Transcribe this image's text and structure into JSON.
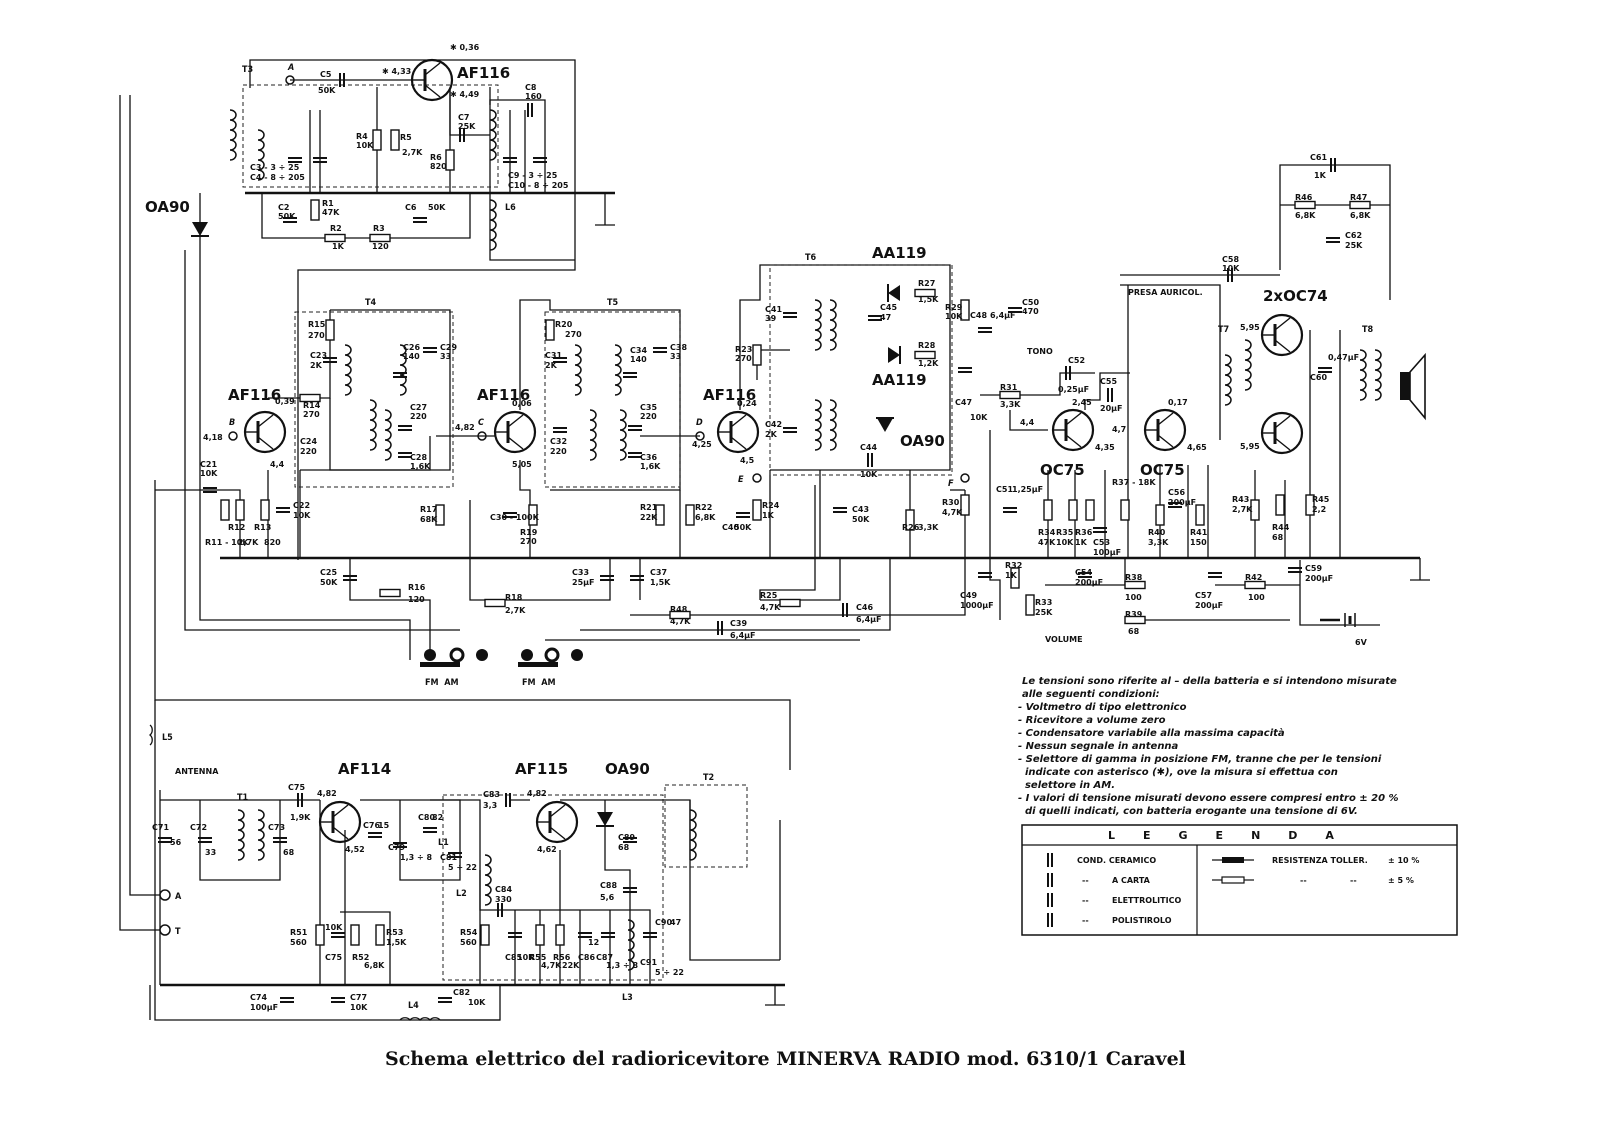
{
  "caption": "Schema elettrico del radioricevitore MINERVA RADIO mod. 6310/1 Caravel",
  "transistors": {
    "t_af116_1": "AF116",
    "t_af116_2": "AF116",
    "t_af116_3": "AF116",
    "t_af116_4": "AF116",
    "t_af114": "AF114",
    "t_af115": "AF115",
    "t_oc75_1": "OC75",
    "t_oc75_2": "OC75",
    "t_2xoc74": "2xOC74"
  },
  "diodes": {
    "d_oa90_1": "OA90",
    "d_oa90_2": "OA90",
    "d_oa90_3": "OA90",
    "d_aa119_1": "AA119",
    "d_aa119_2": "AA119"
  },
  "blocks": {
    "T3": "T3",
    "T4": "T4",
    "T5": "T5",
    "T6": "T6",
    "T7": "T7",
    "T8": "T8",
    "T1": "T1",
    "T2": "T2",
    "L1": "L1",
    "L2": "L2",
    "L3": "L3",
    "L4": "L4",
    "L5": "L5",
    "L6": "L6"
  },
  "points": {
    "A": "A",
    "B": "B",
    "C": "C",
    "D": "D",
    "E": "E",
    "F": "F",
    "A2": "A",
    "T": "T"
  },
  "labels": {
    "antenna": "ANTENNA",
    "presa": "PRESA AURICOL.",
    "tono": "TONO",
    "volume": "VOLUME",
    "battery": "6V",
    "fmam1": "FM  AM",
    "fmam2": "FM  AM"
  },
  "components": {
    "c5": "C5",
    "c5v": "50K",
    "c7": "C7",
    "c7v": "25K",
    "c8": "C8",
    "c8v": "160",
    "c2": "C2",
    "c2v": "50K",
    "c6": "C6",
    "c6v": "50K",
    "r1": "R1",
    "r1v": "47K",
    "r2": "R2",
    "r2v": "1K",
    "r3": "R3",
    "r3v": "120",
    "r4": "R4",
    "r4v": "10K",
    "r5": "R5",
    "r5v": "2,7K",
    "r6": "R6",
    "r6v": "820",
    "c3": "C3 - 3 ÷ 25",
    "c4": "C4 - 8 ÷ 205",
    "c9": "C9 - 3 ÷ 25",
    "c10": "C10 - 8 ÷ 205",
    "r15": "R15",
    "r15v": "270",
    "c23": "C23",
    "c23v": "2K",
    "c26": "C26",
    "c26v": "140",
    "c29": "C29",
    "c29v": "33",
    "c24": "C24",
    "c24v": "220",
    "c27": "C27",
    "c27v": "220",
    "c28": "C28",
    "c28v": "1,6K",
    "r14": "R14",
    "r14v": "270",
    "r20": "R20",
    "r20v": "270",
    "c31": "C31",
    "c31v": "2K",
    "c34": "C34",
    "c34v": "140",
    "c38": "C38",
    "c38v": "33",
    "c32": "C32",
    "c32v": "220",
    "c35": "C35",
    "c35v": "220",
    "c36": "C36",
    "c36v": "1,6K",
    "c30": "C30 - 100K",
    "r19": "R19",
    "r19v": "270",
    "r23": "R23",
    "r23v": "270",
    "c41": "C41",
    "c41v": "39",
    "c42": "C42",
    "c42v": "2K",
    "c45": "C45",
    "c45v": "47",
    "r27": "R27",
    "r27v": "1,5K",
    "r28": "R28",
    "r28v": "1,2K",
    "r29": "R29",
    "r29v": "10K",
    "c48": "C48",
    "c48v": "6,4μF",
    "c50": "C50",
    "c50v": "470",
    "c44": "C44",
    "c44v": "10K",
    "c43": "C43",
    "c43v": "50K",
    "r26": "R26",
    "r26v": "3,3K",
    "c47": "C47",
    "c47v": "10K",
    "r30": "R30",
    "r30v": "4,7K",
    "c21": "C21",
    "c21v": "10K",
    "r11": "R11 - 10K",
    "r12": "R12",
    "r12v": "2,7K",
    "r13": "R13",
    "r13v": "820",
    "c22": "C22",
    "c22v": "10K",
    "r17": "R17",
    "r17v": "68K",
    "r21": "R21",
    "r21v": "22K",
    "r22": "R22",
    "r22v": "6,8K",
    "c40": "C40",
    "c40v": "50K",
    "r24": "R24",
    "r24v": "1K",
    "c25": "C25",
    "c25v": "50K",
    "r16": "R16",
    "r16v": "120",
    "c33": "C33",
    "c33v": "25μF",
    "c37": "C37",
    "c37v": "1,5K",
    "r18": "R18",
    "r18v": "2,7K",
    "r25": "R25",
    "r25v": "4,7K",
    "r48": "R48",
    "r48v": "4,7K",
    "c46": "C46",
    "c46v": "6,4μF",
    "c39": "C39",
    "c39v": "6,4μF",
    "c52": "C52",
    "c52v": "0,25μF",
    "r31": "R31",
    "r31v": "3,3K",
    "c55": "C55",
    "c55v": "20μF",
    "c51": "C51",
    "c51v": "1,25μF",
    "r34": "R34",
    "r34v": "47K",
    "r35": "R35",
    "r35v": "10K",
    "r36": "R36",
    "r36v": "1K",
    "c53": "C53",
    "c53v": "100μF",
    "r37": "R37 - 18K",
    "r40": "R40",
    "r40v": "3,3K",
    "c56": "C56",
    "c56v": "200μF",
    "r41": "R41",
    "r41v": "150",
    "c49": "C49",
    "c49v": "1000μF",
    "r32": "R32",
    "r32v": "1K",
    "r33": "R33",
    "r33v": "25K",
    "c54": "C54",
    "c54v": "200μF",
    "r38": "R38",
    "r38v": "100",
    "c57": "C57",
    "c57v": "200μF",
    "r39": "R39",
    "r39v": "68",
    "r42": "R42",
    "r42v": "100",
    "c61": "C61",
    "c61v": "1K",
    "r46": "R46",
    "r46v": "6,8K",
    "r47": "R47",
    "r47v": "6,8K",
    "c62": "C62",
    "c62v": "25K",
    "c58": "C58",
    "c58v": "10K",
    "c60": "C60",
    "c60v": "0,47μF",
    "r43": "R43",
    "r43v": "2,7K",
    "r44": "R44",
    "r44v": "68",
    "r45": "R45",
    "r45v": "2,2",
    "c59": "C59",
    "c59v": "200μF",
    "c71": "C71",
    "c71v": "56",
    "c72": "C72",
    "c72v": "33",
    "c73": "C73",
    "c73v": "68",
    "c75": "C75",
    "c75v": "1,9K",
    "c76": "C76",
    "c76v": "15",
    "c79": "C79",
    "c79v": "1,3 ÷ 8",
    "c80": "C80",
    "c80v": "82",
    "c81": "C81",
    "c81v": "5 ÷ 22",
    "c83": "C83",
    "c83v": "3,3",
    "c89": "C89",
    "c89v": "68",
    "c84": "C84",
    "c84v": "330",
    "c88": "C88",
    "c88v": "5,6",
    "r51": "R51",
    "r51v": "560",
    "c75b": "C75",
    "c75bv": "10K",
    "r52": "R52",
    "r52v": "6,8K",
    "r53": "R53",
    "r53v": "1,5K",
    "r54": "R54",
    "r54v": "560",
    "c85": "C85",
    "c85v": "10K",
    "r55": "R55",
    "r55v": "4,7K",
    "r56": "R56",
    "r56v": "22K",
    "c86": "C86",
    "c86v": "12",
    "c87": "C87",
    "c87v": "1,3 ÷ 8",
    "c90": "C90",
    "c90v": "47",
    "c91": "C91",
    "c91v": "5 ÷ 22",
    "c74": "C74",
    "c74v": "100μF",
    "c77": "C77",
    "c77v": "10K",
    "c82": "C82",
    "c82v": "10K"
  },
  "voltages": {
    "v036": "✱ 0,36",
    "v433": "✱ 4,33",
    "v449": "✱ 4,49",
    "v039": "0,39",
    "v418": "4,18",
    "v44a": "4,4",
    "v482a": "4,82",
    "v006": "0,06",
    "v505": "5,05",
    "v024": "0,24",
    "v425": "4,25",
    "v45": "4,5",
    "v245": "2,45",
    "v44b": "4,4",
    "v435": "4,35",
    "v47": "4,7",
    "v017": "0,17",
    "v465": "4,65",
    "v595a": "5,95",
    "v595b": "5,95",
    "v482b": "4,82",
    "v452": "4,52",
    "v482c": "4,82",
    "v462": "4,62"
  },
  "notes": [
    "Le tensioni sono riferite al – della batteria e si intendono misurate",
    "alle seguenti condizioni:",
    "- Voltmetro di tipo elettronico",
    "- Ricevitore a volume zero",
    "- Condensatore variabile alla massima capacità",
    "- Nessun segnale in antenna",
    "- Selettore di gamma in posizione FM, tranne che per le tensioni",
    "  indicate con asterisco (✱), ove la misura si effettua con",
    "  selettore in AM.",
    "- I valori di tensione misurati devono essere compresi entro ± 20 %",
    "  di quelli indicati, con batteria erogante una tensione di 6V."
  ],
  "legend": {
    "title": "LEGENDA",
    "ceramico": "COND. CERAMICO",
    "carta_dash": "--",
    "carta": "A CARTA",
    "elettro_dash": "--",
    "elettrolitico": "ELETTROLITICO",
    "poli_dash": "--",
    "polistirolo": "POLISTIROLO",
    "res_toll": "RESISTENZA TOLLER.",
    "tol10": "± 10 %",
    "dash1": "--",
    "dash2": "--",
    "tol5": "± 5 %"
  }
}
